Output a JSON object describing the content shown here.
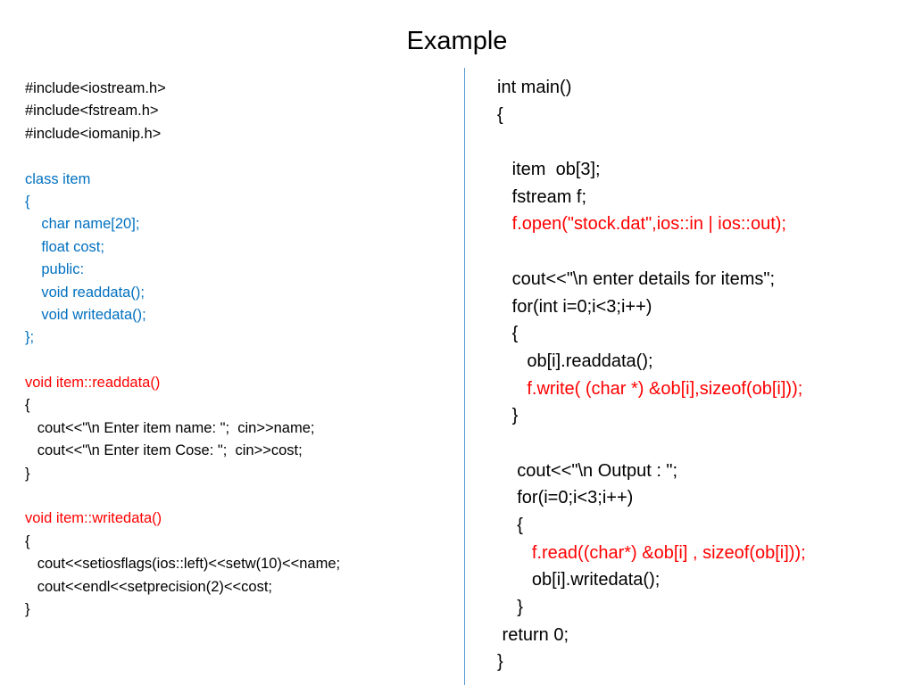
{
  "title": "Example",
  "colors": {
    "default": "#000000",
    "class_declaration": "#0070c0",
    "highlight": "#ff0000",
    "divider": "#5b9bd5"
  },
  "left_code": [
    {
      "text": "#include<iostream.h>",
      "color": "black"
    },
    {
      "text": "#include<fstream.h>",
      "color": "black"
    },
    {
      "text": "#include<iomanip.h>",
      "color": "black"
    },
    {
      "text": "",
      "color": "black"
    },
    {
      "text": "class item",
      "color": "blue"
    },
    {
      "text": "{",
      "color": "blue"
    },
    {
      "text": "    char name[20];",
      "color": "blue"
    },
    {
      "text": "    float cost;",
      "color": "blue"
    },
    {
      "text": "    public:",
      "color": "blue"
    },
    {
      "text": "    void readdata();",
      "color": "blue"
    },
    {
      "text": "    void writedata();",
      "color": "blue"
    },
    {
      "text": "};",
      "color": "blue"
    },
    {
      "text": "",
      "color": "black"
    },
    {
      "text": "void item::readdata()",
      "color": "red"
    },
    {
      "text": "{",
      "color": "black"
    },
    {
      "text": "   cout<<\"\\n Enter item name: \";  cin>>name;",
      "color": "black"
    },
    {
      "text": "   cout<<\"\\n Enter item Cose: \";  cin>>cost;",
      "color": "black"
    },
    {
      "text": "}",
      "color": "black"
    },
    {
      "text": "",
      "color": "black"
    },
    {
      "text": "void item::writedata()",
      "color": "red"
    },
    {
      "text": "{",
      "color": "black"
    },
    {
      "text": "   cout<<setiosflags(ios::left)<<setw(10)<<name;",
      "color": "black"
    },
    {
      "text": "   cout<<endl<<setprecision(2)<<cost;",
      "color": "black"
    },
    {
      "text": "}",
      "color": "black"
    }
  ],
  "right_code": [
    {
      "text": "int main()",
      "color": "black"
    },
    {
      "text": "{",
      "color": "black"
    },
    {
      "text": "",
      "color": "black"
    },
    {
      "text": "   item  ob[3];",
      "color": "black"
    },
    {
      "text": "   fstream f;",
      "color": "black"
    },
    {
      "text": "   f.open(\"stock.dat\",ios::in | ios::out);",
      "color": "red"
    },
    {
      "text": "",
      "color": "black"
    },
    {
      "text": "   cout<<\"\\n enter details for items\";",
      "color": "black"
    },
    {
      "text": "   for(int i=0;i<3;i++)",
      "color": "black"
    },
    {
      "text": "   {",
      "color": "black"
    },
    {
      "text": "      ob[i].readdata();",
      "color": "black"
    },
    {
      "text": "      f.write( (char *) &ob[i],sizeof(ob[i]));",
      "color": "red"
    },
    {
      "text": "   }",
      "color": "black"
    },
    {
      "text": "",
      "color": "black"
    },
    {
      "text": "    cout<<\"\\n Output : \";",
      "color": "black"
    },
    {
      "text": "    for(i=0;i<3;i++)",
      "color": "black"
    },
    {
      "text": "    {",
      "color": "black"
    },
    {
      "text": "       f.read((char*) &ob[i] , sizeof(ob[i]));",
      "color": "red"
    },
    {
      "text": "       ob[i].writedata();",
      "color": "black"
    },
    {
      "text": "    }",
      "color": "black"
    },
    {
      "text": " return 0;",
      "color": "black"
    },
    {
      "text": "}",
      "color": "black"
    }
  ]
}
